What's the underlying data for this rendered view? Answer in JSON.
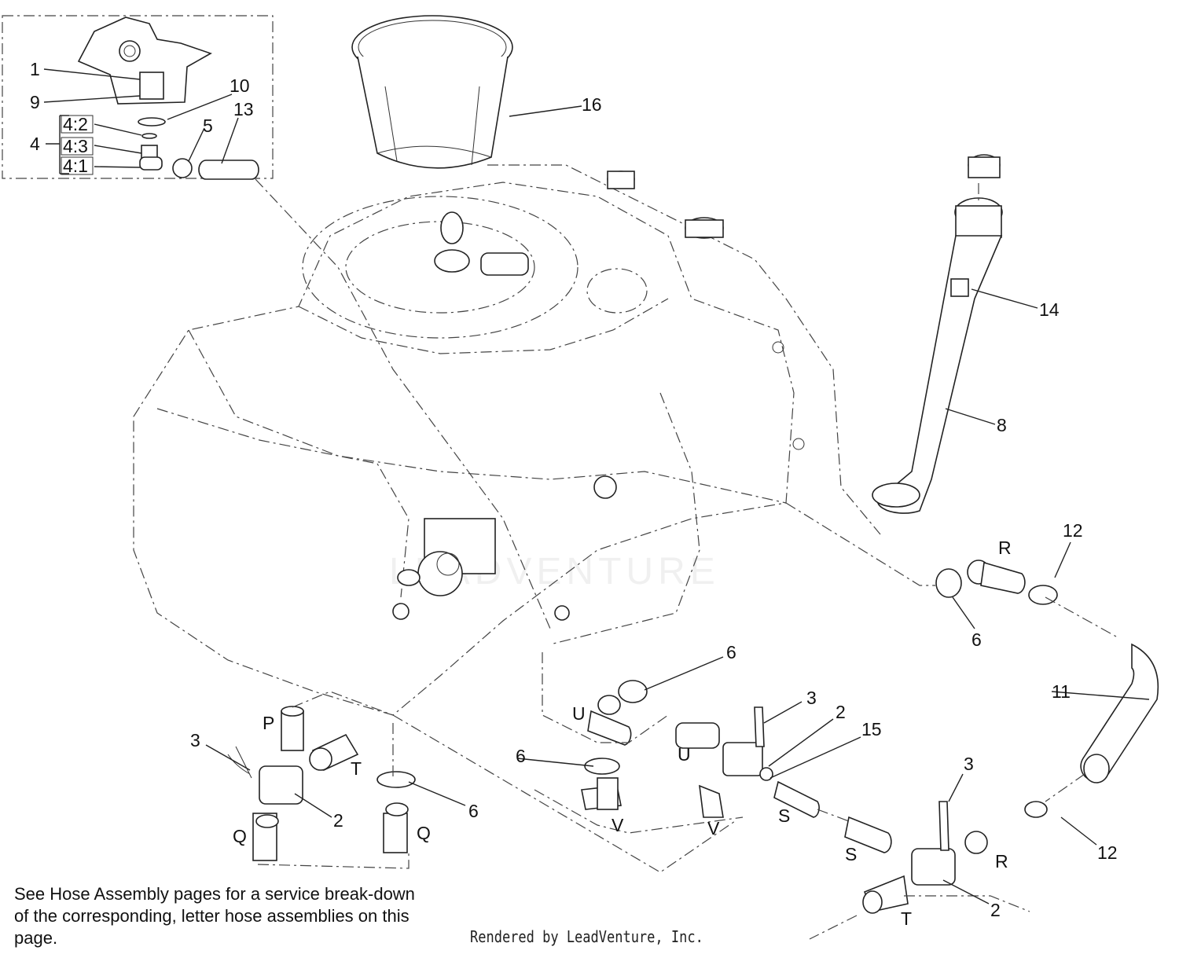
{
  "callouts": {
    "c1": "1",
    "c9": "9",
    "c10": "10",
    "c13": "13",
    "c4": "4",
    "c5": "5",
    "c4_2": "4:2",
    "c4_3": "4:3",
    "c4_1": "4:1",
    "c16": "16",
    "c14": "14",
    "c8": "8",
    "c12a": "12",
    "cRa": "R",
    "c6a": "6",
    "c11": "11",
    "c6b": "6",
    "cU1": "U",
    "c3b": "3",
    "c2b": "2",
    "c15": "15",
    "cU2": "U",
    "c6c": "6",
    "cV1": "V",
    "cV2": "V",
    "cS1": "S",
    "c3c": "3",
    "cS2": "S",
    "cR2": "R",
    "c12b": "12",
    "c2c": "2",
    "cT2": "T",
    "cP": "P",
    "c3a": "3",
    "cT1": "T",
    "c2a": "2",
    "cQ1": "Q",
    "c6d": "6",
    "cQ2": "Q"
  },
  "note": "See Hose Assembly pages for a service break-down of the corresponding, letter hose assemblies on this page.",
  "credit": "Rendered by LeadVenture, Inc.",
  "watermark": "LEADVENTURE"
}
